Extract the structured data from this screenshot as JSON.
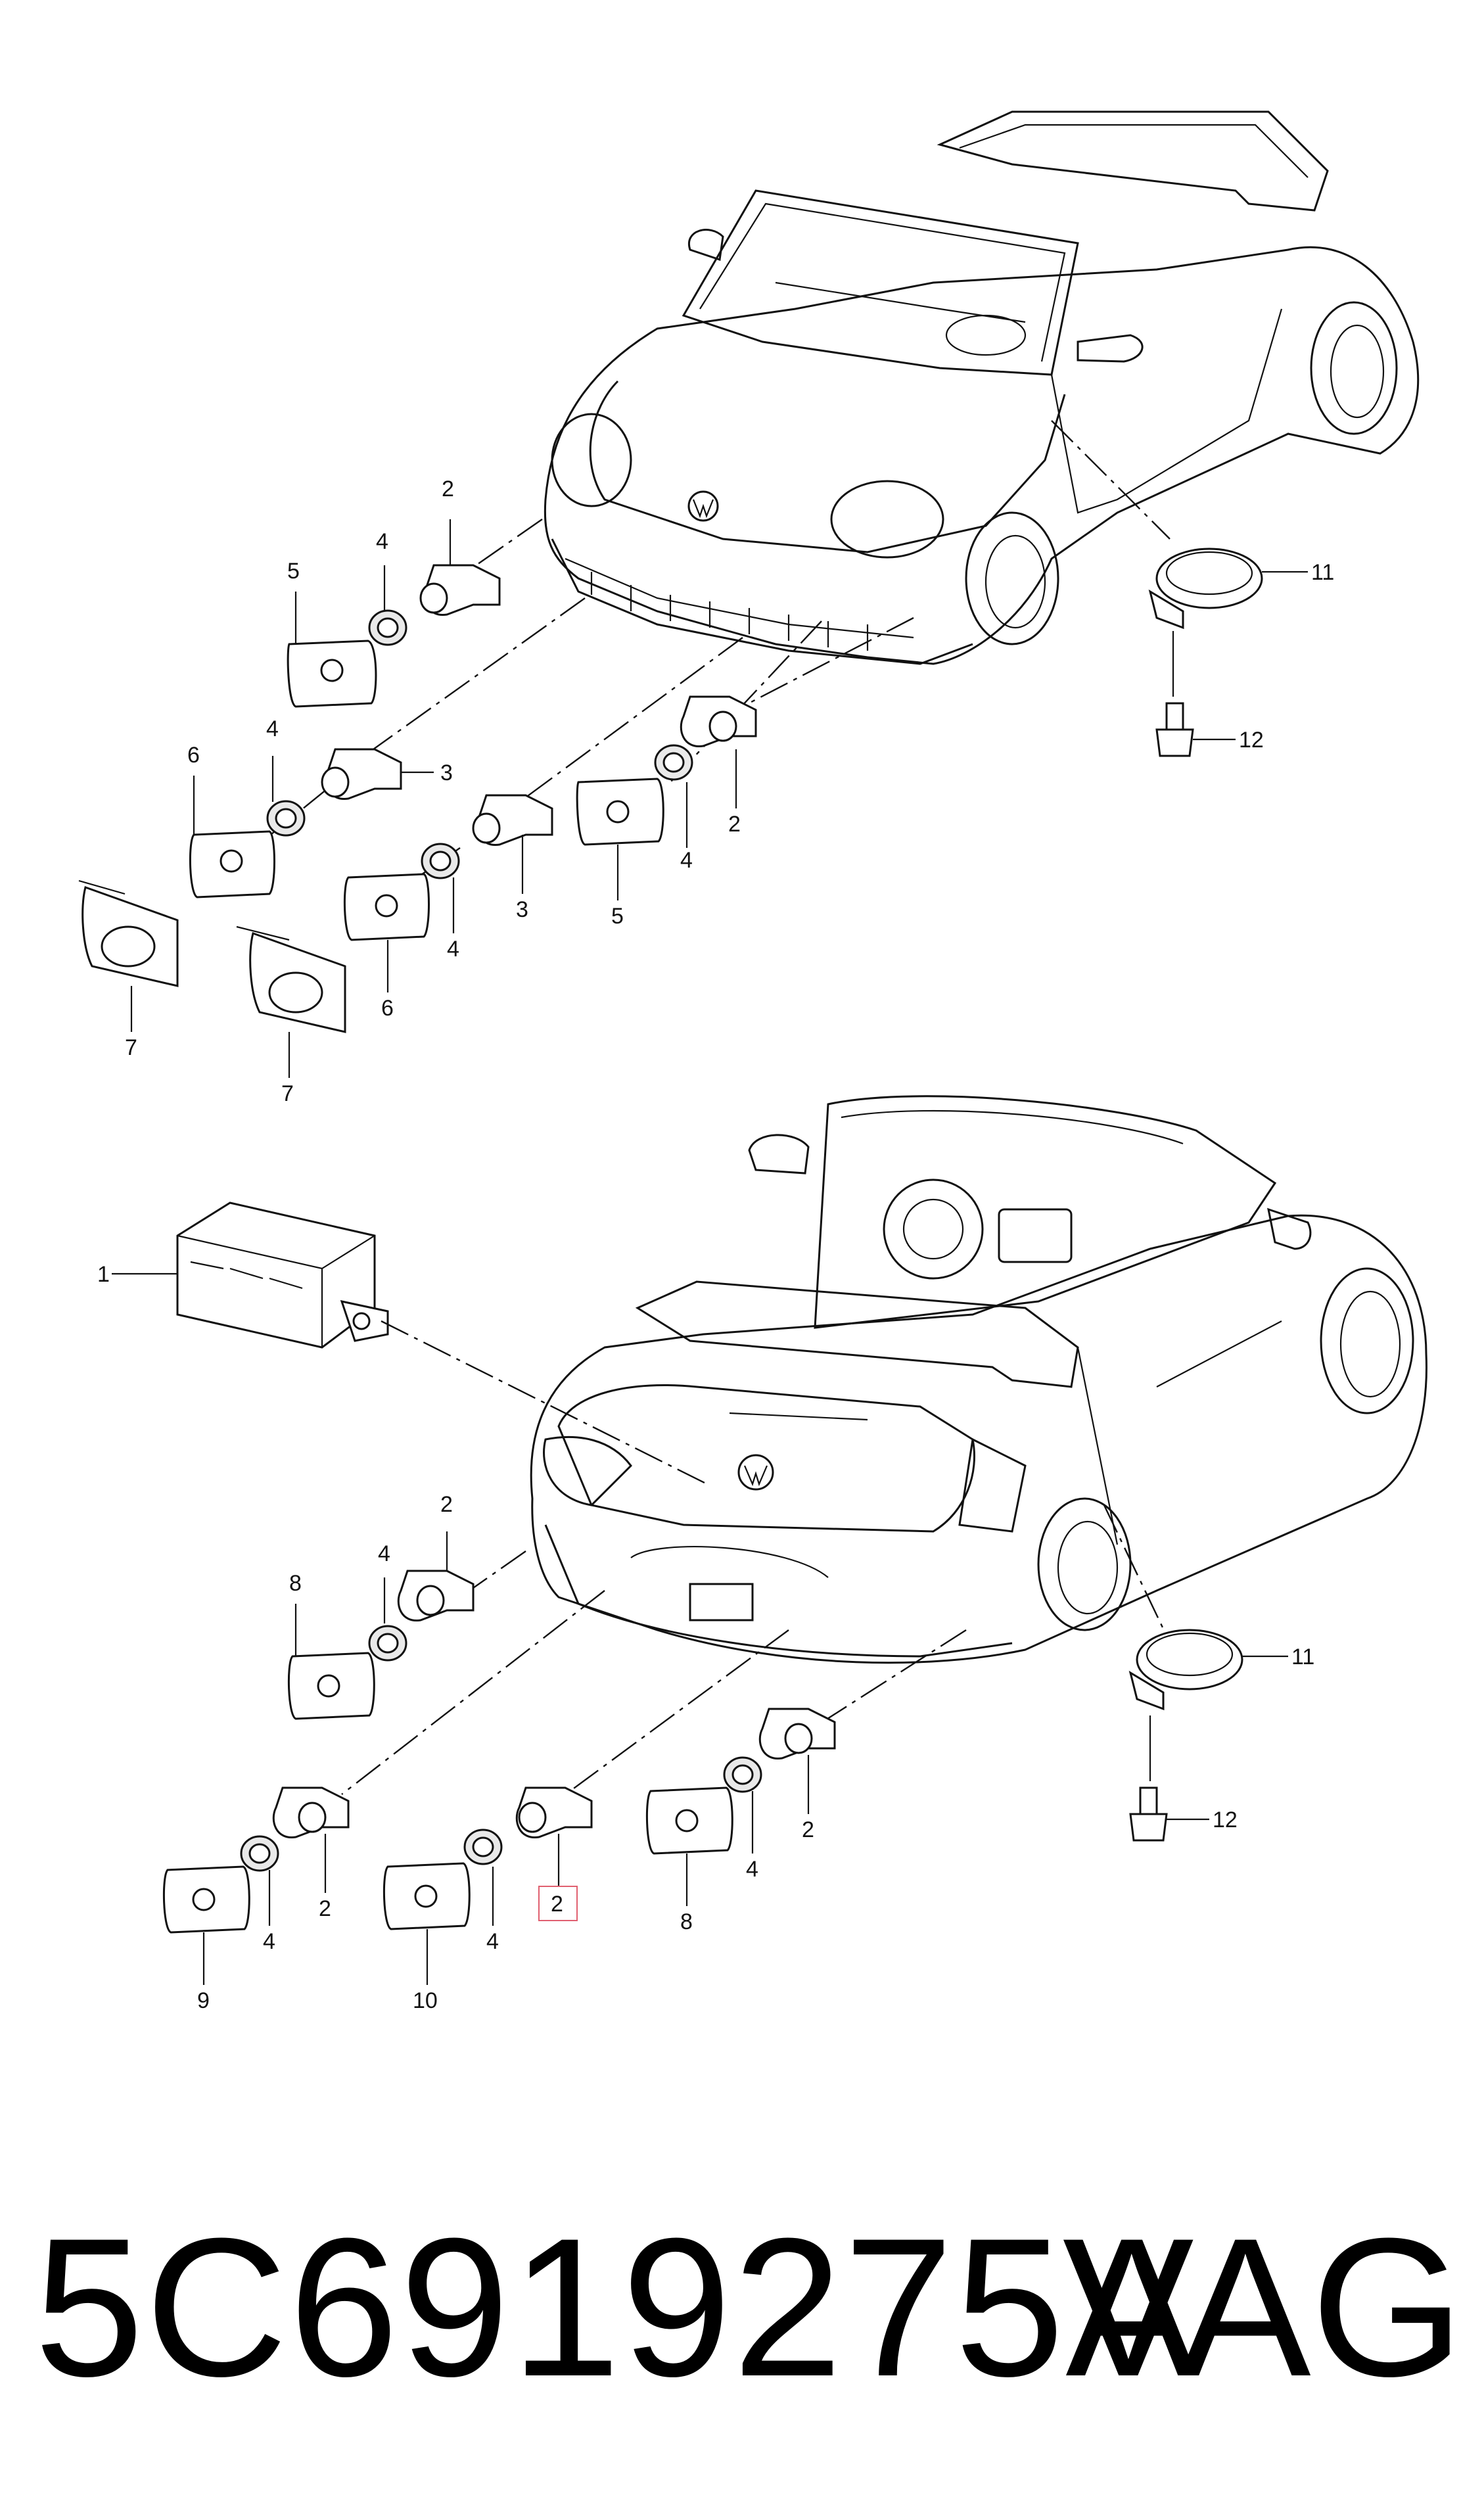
{
  "diagram": {
    "front_view_callouts": {
      "c2a": "2",
      "c4a": "4",
      "c5a": "5",
      "c3a": "3",
      "c4b": "4",
      "c6a": "6",
      "c7a": "7",
      "c2b": "2",
      "c4c": "4",
      "c5b": "5",
      "c3b": "3",
      "c4d": "4",
      "c6b": "6",
      "c7b": "7",
      "c11a": "11",
      "c12a": "12"
    },
    "rear_view_callouts": {
      "c1": "1",
      "c2c": "2",
      "c4e": "4",
      "c8a": "8",
      "c2d": "2",
      "c4f": "4",
      "c9": "9",
      "c2e": "2",
      "c4g": "4",
      "c10": "10",
      "c2f": "2",
      "c4h": "4",
      "c8b": "8",
      "c11b": "11",
      "c12b": "12"
    },
    "highlighted_callout": "2"
  },
  "footer": {
    "part_number": "5C6919275A",
    "brand": "VAG"
  },
  "colors": {
    "line": "#111111",
    "background": "#ffffff",
    "highlight": "#e06070"
  }
}
